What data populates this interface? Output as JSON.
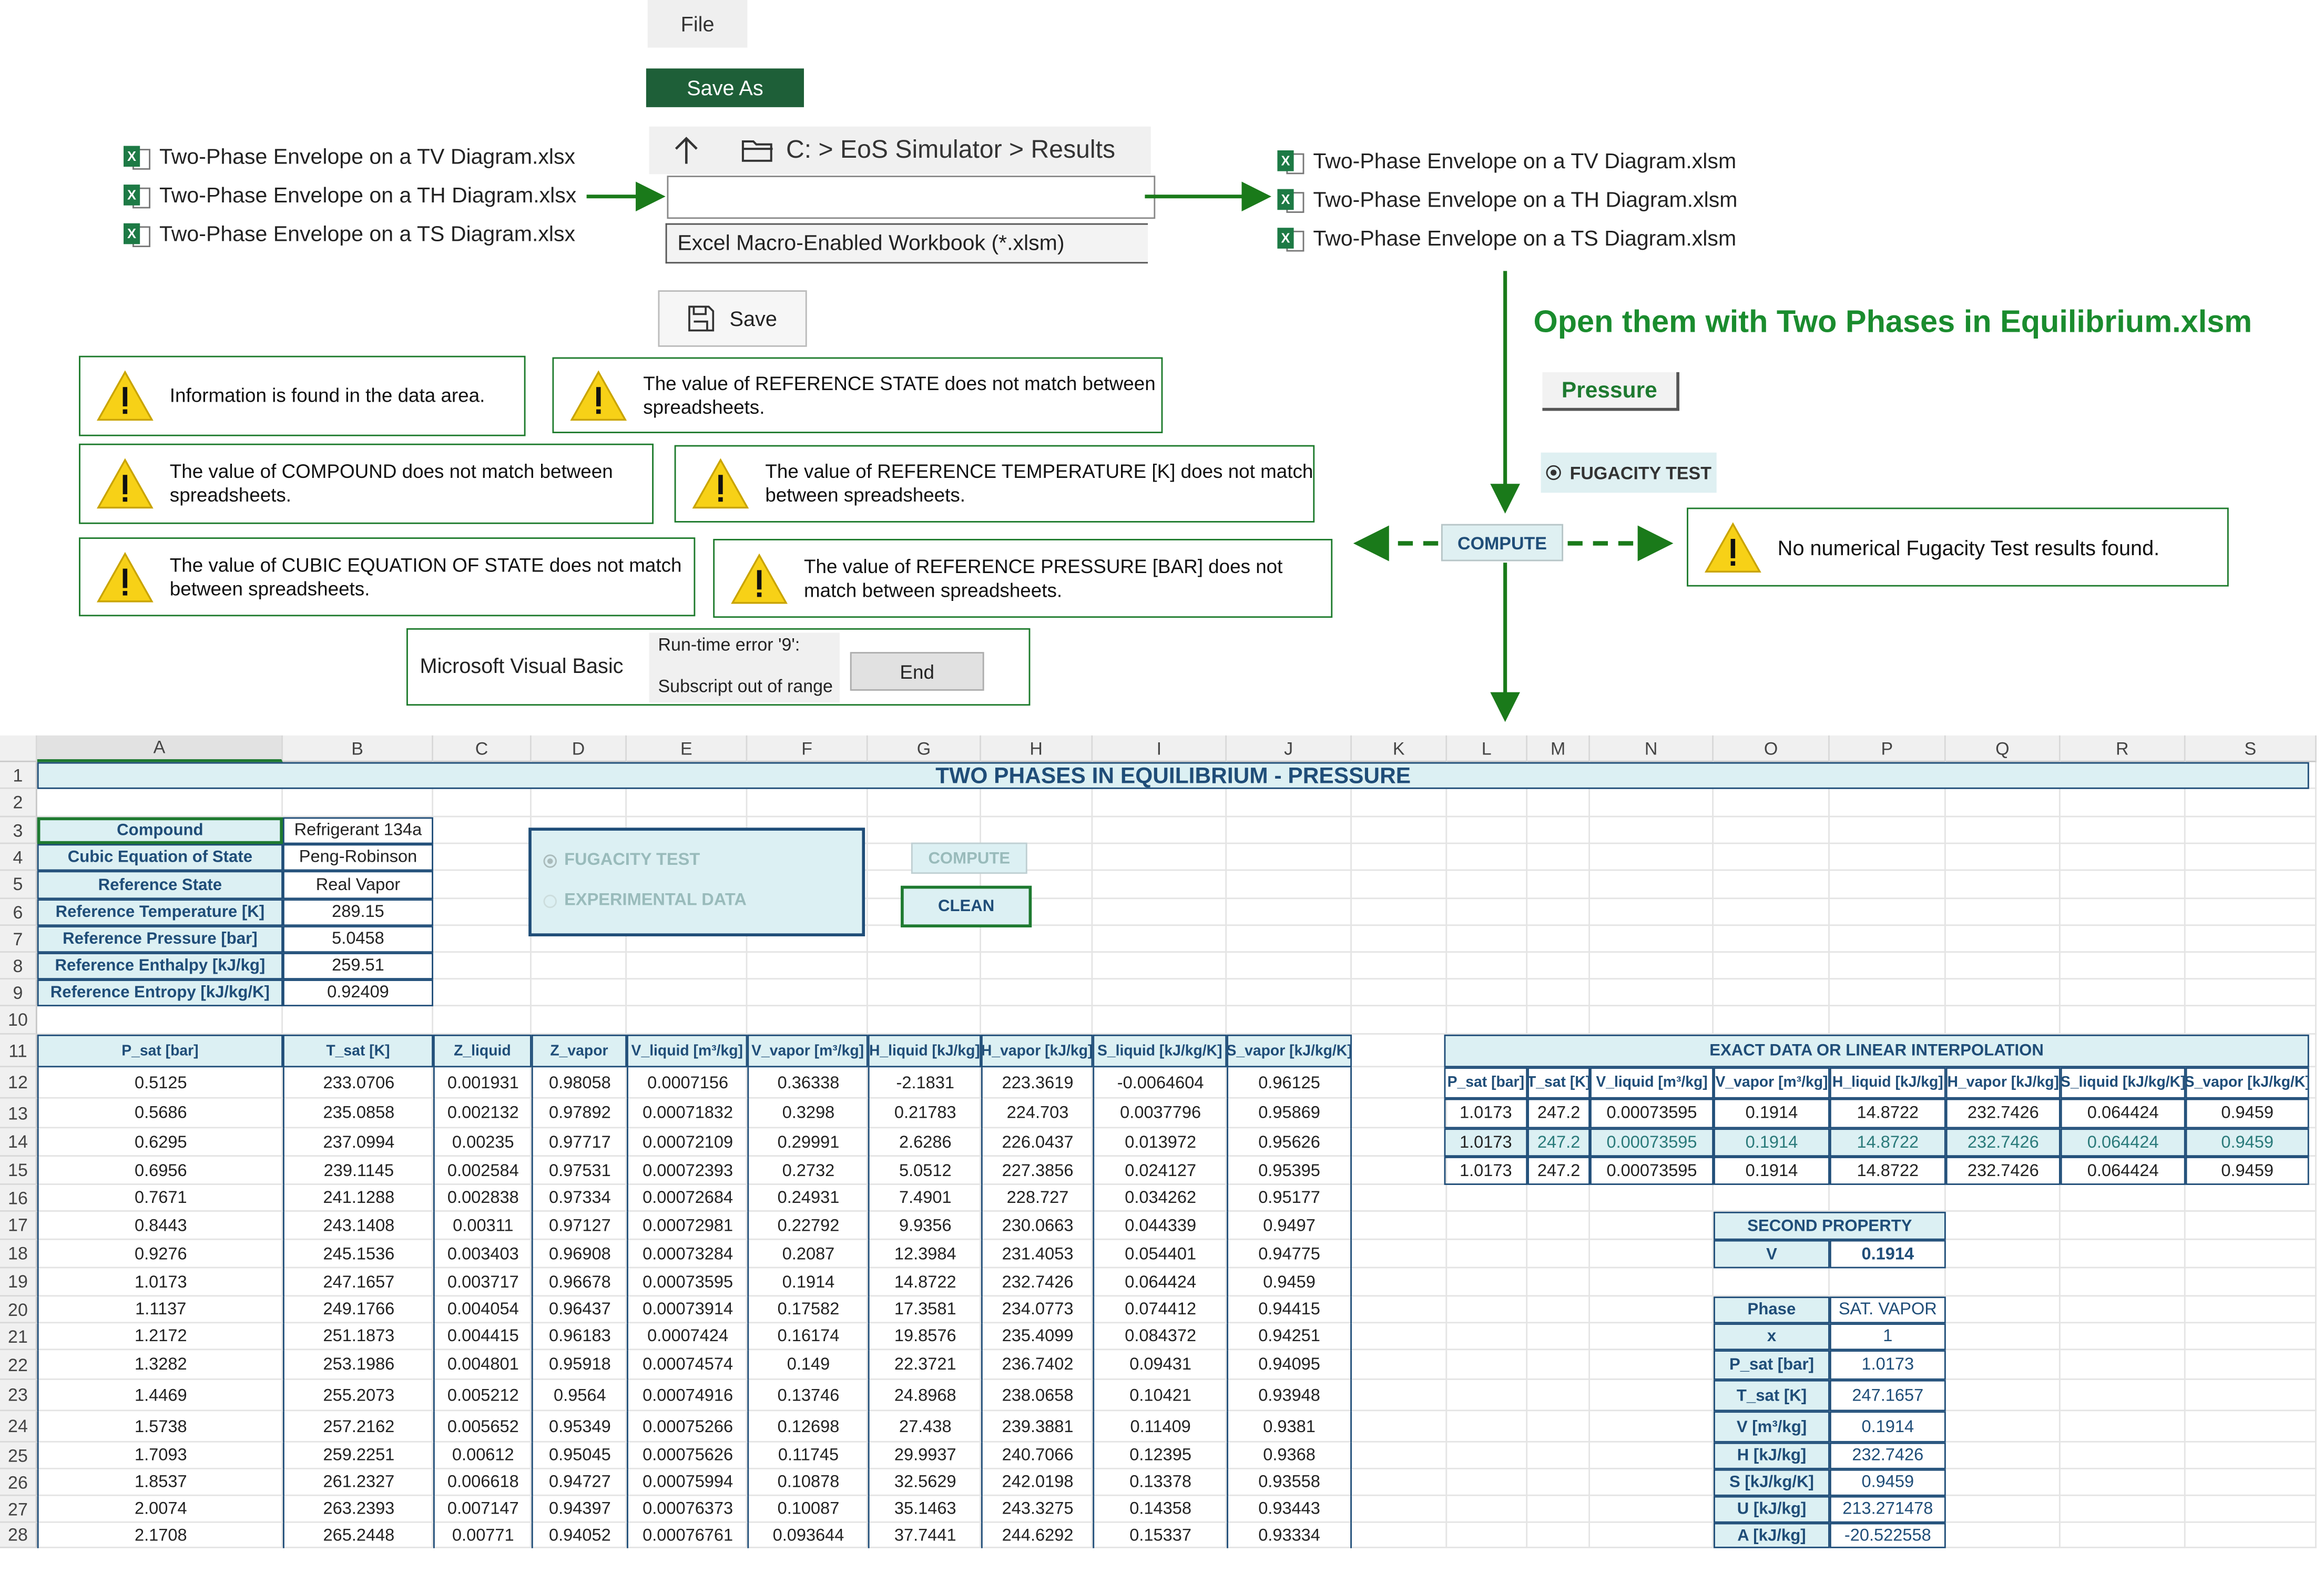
{
  "file_menu": {
    "file_label": "File",
    "save_as_label": "Save As"
  },
  "source_files": [
    {
      "icon": "excel-file-icon",
      "name": "Two-Phase Envelope on a TV Diagram.xlsx"
    },
    {
      "icon": "excel-file-icon",
      "name": "Two-Phase Envelope on a TH Diagram.xlsx"
    },
    {
      "icon": "excel-file-icon",
      "name": "Two-Phase Envelope on a TS Diagram.xlsx"
    }
  ],
  "save_dialog": {
    "breadcrumb": "C: > EoS Simulator > Results",
    "filename_value": "",
    "file_type": "Excel Macro-Enabled Workbook (*.xlsm)",
    "save_label": "Save"
  },
  "output_files": [
    {
      "icon": "excel-macro-file-icon",
      "name": "Two-Phase Envelope on a TV Diagram.xlsm"
    },
    {
      "icon": "excel-macro-file-icon",
      "name": "Two-Phase Envelope on a TH Diagram.xlsm"
    },
    {
      "icon": "excel-macro-file-icon",
      "name": "Two-Phase Envelope on a TS Diagram.xlsm"
    }
  ],
  "headline": "Open them with Two Phases in Equilibrium.xlsm",
  "pressure_button": "Pressure",
  "fugacity_option": "FUGACITY TEST",
  "compute_button": "COMPUTE",
  "messages": {
    "info": "Information is found in the data area.",
    "reference_state": "The value of REFERENCE STATE does not match between spreadsheets.",
    "compound": "The value of COMPOUND does not match between spreadsheets.",
    "reference_temperature": "The value of REFERENCE TEMPERATURE [K] does not match between spreadsheets.",
    "cubic_eos": "The value of CUBIC EQUATION OF STATE does not match between spreadsheets.",
    "reference_pressure": "The value of REFERENCE PRESSURE [BAR] does not match between spreadsheets.",
    "no_fugacity": "No numerical Fugacity Test results found."
  },
  "vba_error": {
    "title": "Microsoft Visual Basic",
    "line1": "Run-time error '9':",
    "line2": "Subscript out of range",
    "end_label": "End"
  },
  "colors": {
    "accent_green": "#1e7a30",
    "dark_blue": "#1f4d78",
    "cell_fill": "#dcf0f3"
  },
  "sheet": {
    "columns": [
      "A",
      "B",
      "C",
      "D",
      "E",
      "F",
      "G",
      "H",
      "I",
      "J",
      "K",
      "L",
      "M",
      "N",
      "O",
      "P",
      "Q",
      "R",
      "S"
    ],
    "rows": [
      "1",
      "2",
      "3",
      "4",
      "5",
      "6",
      "7",
      "8",
      "9",
      "10",
      "11",
      "12",
      "13",
      "14",
      "15",
      "16",
      "17",
      "18",
      "19",
      "20",
      "21",
      "22",
      "23",
      "24",
      "25",
      "26",
      "27",
      "28"
    ],
    "title": "TWO PHASES IN EQUILIBRIUM - PRESSURE",
    "inputs": [
      {
        "label": "Compound",
        "value": "Refrigerant 134a"
      },
      {
        "label": "Cubic Equation of State",
        "value": "Peng-Robinson"
      },
      {
        "label": "Reference State",
        "value": "Real Vapor"
      },
      {
        "label": "Reference Temperature [K]",
        "value": "289.15"
      },
      {
        "label": "Reference Pressure [bar]",
        "value": "5.0458"
      },
      {
        "label": "Reference Enthalpy [kJ/kg]",
        "value": "259.51"
      },
      {
        "label": "Reference Entropy [kJ/kg/K]",
        "value": "0.92409"
      }
    ],
    "options": {
      "fugacity": "FUGACITY TEST",
      "experimental": "EXPERIMENTAL DATA",
      "compute": "COMPUTE",
      "clean": "CLEAN"
    },
    "main_headers": [
      "P_sat [bar]",
      "T_sat [K]",
      "Z_liquid",
      "Z_vapor",
      "V_liquid [m³/kg]",
      "V_vapor [m³/kg]",
      "H_liquid [kJ/kg]",
      "H_vapor [kJ/kg]",
      "S_liquid [kJ/kg/K]",
      "S_vapor [kJ/kg/K]"
    ],
    "main_rows": [
      [
        "0.5125",
        "233.0706",
        "0.001931",
        "0.98058",
        "0.0007156",
        "0.36338",
        "-2.1831",
        "223.3619",
        "-0.0064604",
        "0.96125"
      ],
      [
        "0.5686",
        "235.0858",
        "0.002132",
        "0.97892",
        "0.00071832",
        "0.3298",
        "0.21783",
        "224.703",
        "0.0037796",
        "0.95869"
      ],
      [
        "0.6295",
        "237.0994",
        "0.00235",
        "0.97717",
        "0.00072109",
        "0.29991",
        "2.6286",
        "226.0437",
        "0.013972",
        "0.95626"
      ],
      [
        "0.6956",
        "239.1145",
        "0.002584",
        "0.97531",
        "0.00072393",
        "0.2732",
        "5.0512",
        "227.3856",
        "0.024127",
        "0.95395"
      ],
      [
        "0.7671",
        "241.1288",
        "0.002838",
        "0.97334",
        "0.00072684",
        "0.24931",
        "7.4901",
        "228.727",
        "0.034262",
        "0.95177"
      ],
      [
        "0.8443",
        "243.1408",
        "0.00311",
        "0.97127",
        "0.00072981",
        "0.22792",
        "9.9356",
        "230.0663",
        "0.044339",
        "0.9497"
      ],
      [
        "0.9276",
        "245.1536",
        "0.003403",
        "0.96908",
        "0.00073284",
        "0.2087",
        "12.3984",
        "231.4053",
        "0.054401",
        "0.94775"
      ],
      [
        "1.0173",
        "247.1657",
        "0.003717",
        "0.96678",
        "0.00073595",
        "0.1914",
        "14.8722",
        "232.7426",
        "0.064424",
        "0.9459"
      ],
      [
        "1.1137",
        "249.1766",
        "0.004054",
        "0.96437",
        "0.00073914",
        "0.17582",
        "17.3581",
        "234.0773",
        "0.074412",
        "0.94415"
      ],
      [
        "1.2172",
        "251.1873",
        "0.004415",
        "0.96183",
        "0.0007424",
        "0.16174",
        "19.8576",
        "235.4099",
        "0.084372",
        "0.94251"
      ],
      [
        "1.3282",
        "253.1986",
        "0.004801",
        "0.95918",
        "0.00074574",
        "0.149",
        "22.3721",
        "236.7402",
        "0.09431",
        "0.94095"
      ],
      [
        "1.4469",
        "255.2073",
        "0.005212",
        "0.9564",
        "0.00074916",
        "0.13746",
        "24.8968",
        "238.0658",
        "0.10421",
        "0.93948"
      ],
      [
        "1.5738",
        "257.2162",
        "0.005652",
        "0.95349",
        "0.00075266",
        "0.12698",
        "27.438",
        "239.3881",
        "0.11409",
        "0.9381"
      ],
      [
        "1.7093",
        "259.2251",
        "0.00612",
        "0.95045",
        "0.00075626",
        "0.11745",
        "29.9937",
        "240.7066",
        "0.12395",
        "0.9368"
      ],
      [
        "1.8537",
        "261.2327",
        "0.006618",
        "0.94727",
        "0.00075994",
        "0.10878",
        "32.5629",
        "242.0198",
        "0.13378",
        "0.93558"
      ],
      [
        "2.0074",
        "263.2393",
        "0.007147",
        "0.94397",
        "0.00076373",
        "0.10087",
        "35.1463",
        "243.3275",
        "0.14358",
        "0.93443"
      ],
      [
        "2.1708",
        "265.2448",
        "0.00771",
        "0.94052",
        "0.00076761",
        "0.093644",
        "37.7441",
        "244.6292",
        "0.15337",
        "0.93334"
      ]
    ],
    "exact_title": "EXACT DATA OR LINEAR INTERPOLATION",
    "exact_headers": [
      "P_sat [bar]",
      "T_sat [K]",
      "V_liquid [m³/kg]",
      "V_vapor [m³/kg]",
      "H_liquid [kJ/kg]",
      "H_vapor [kJ/kg]",
      "S_liquid [kJ/kg/K]",
      "S_vapor [kJ/kg/K]"
    ],
    "exact_rows": [
      [
        "1.0173",
        "247.2",
        "0.00073595",
        "0.1914",
        "14.8722",
        "232.7426",
        "0.064424",
        "0.9459"
      ],
      [
        "1.0173",
        "247.2",
        "0.00073595",
        "0.1914",
        "14.8722",
        "232.7426",
        "0.064424",
        "0.9459"
      ],
      [
        "1.0173",
        "247.2",
        "0.00073595",
        "0.1914",
        "14.8722",
        "232.7426",
        "0.064424",
        "0.9459"
      ]
    ],
    "second_property": {
      "title": "SECOND PROPERTY",
      "label": "V",
      "value": "0.1914"
    },
    "phase_table": [
      {
        "label": "Phase",
        "value": "SAT. VAPOR"
      },
      {
        "label": "x",
        "value": "1"
      },
      {
        "label": "P_sat [bar]",
        "value": "1.0173"
      },
      {
        "label": "T_sat [K]",
        "value": "247.1657"
      },
      {
        "label": "V [m³/kg]",
        "value": "0.1914"
      },
      {
        "label": "H [kJ/kg]",
        "value": "232.7426"
      },
      {
        "label": "S [kJ/kg/K]",
        "value": "0.9459"
      },
      {
        "label": "U [kJ/kg]",
        "value": "213.271478"
      },
      {
        "label": "A [kJ/kg]",
        "value": "-20.522558"
      }
    ]
  }
}
